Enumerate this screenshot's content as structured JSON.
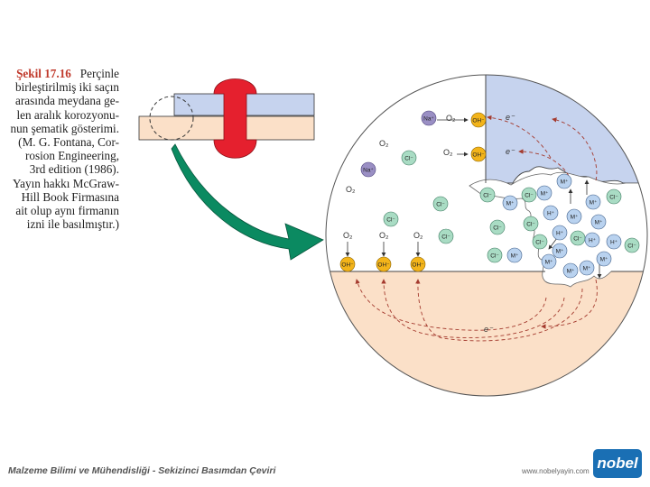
{
  "caption": {
    "title": "Şekil 17.16",
    "lines": [
      "Perçinle",
      "birleştirilmiş iki saçın",
      "arasında meydana ge-",
      "len aralık korozyonu-",
      "nun şematik gösterimi.",
      "(M. G. Fontana, Cor-",
      "rosion Engineering,",
      "3rd edition (1986).",
      "Yayın hakkı McGraw-",
      "Hill Book Firmasına",
      "ait olup aynı firmanın",
      "izni ile basılmıştır.)"
    ]
  },
  "diagram": {
    "o2_label": "O₂",
    "oh_label": "OH⁻",
    "electron_label": "e⁻",
    "na_label": "Na⁺",
    "cl_label": "Cl⁻",
    "m_label": "M⁺",
    "h_label": "H⁺",
    "colors": {
      "sheet_top": "#c6d3ee",
      "sheet_bottom": "#fbe0c8",
      "rivet": "#e5202e",
      "arrow": "#0b8a61",
      "oh_ion": "#f3b41a",
      "cl_ion": "#a9dcc4",
      "m_ion": "#b9d2ef",
      "na_ion": "#9a8fc4",
      "electron_path": "#a43a2e"
    }
  },
  "footer": {
    "book": "Malzeme Bilimi ve Mühendisliği - Sekizinci Basımdan Çeviri",
    "url": "www.nobelyayin.com",
    "logo": "nobel"
  }
}
